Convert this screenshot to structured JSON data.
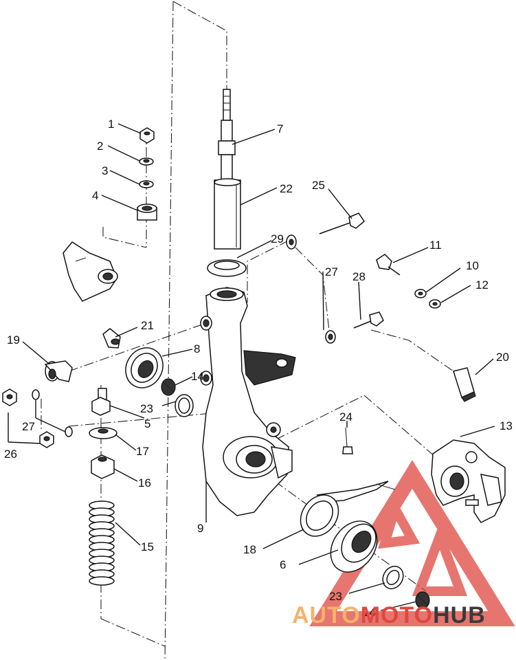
{
  "labels": {
    "l1": "1",
    "l2": "2",
    "l3": "3",
    "l4": "4",
    "l5": "5",
    "l6": "6",
    "l7": "7",
    "l8": "8",
    "l9": "9",
    "l10": "10",
    "l11": "11",
    "l12": "12",
    "l13": "13",
    "l14a": "14",
    "l14b": "14",
    "l15": "15",
    "l16": "16",
    "l17": "17",
    "l18": "18",
    "l19": "19",
    "l20": "20",
    "l21": "21",
    "l22": "22",
    "l23a": "23",
    "l23b": "23",
    "l24": "24",
    "l25": "25",
    "l26": "26",
    "l27a": "27",
    "l27b": "27",
    "l28": "28",
    "l29": "29"
  },
  "watermark": {
    "part1": "AUTO",
    "part2": "MOTO",
    "part3": "HUB",
    "colors": {
      "auto": "#f5b26b",
      "moto": "#e0473f",
      "hub": "#3a3a3a"
    }
  }
}
